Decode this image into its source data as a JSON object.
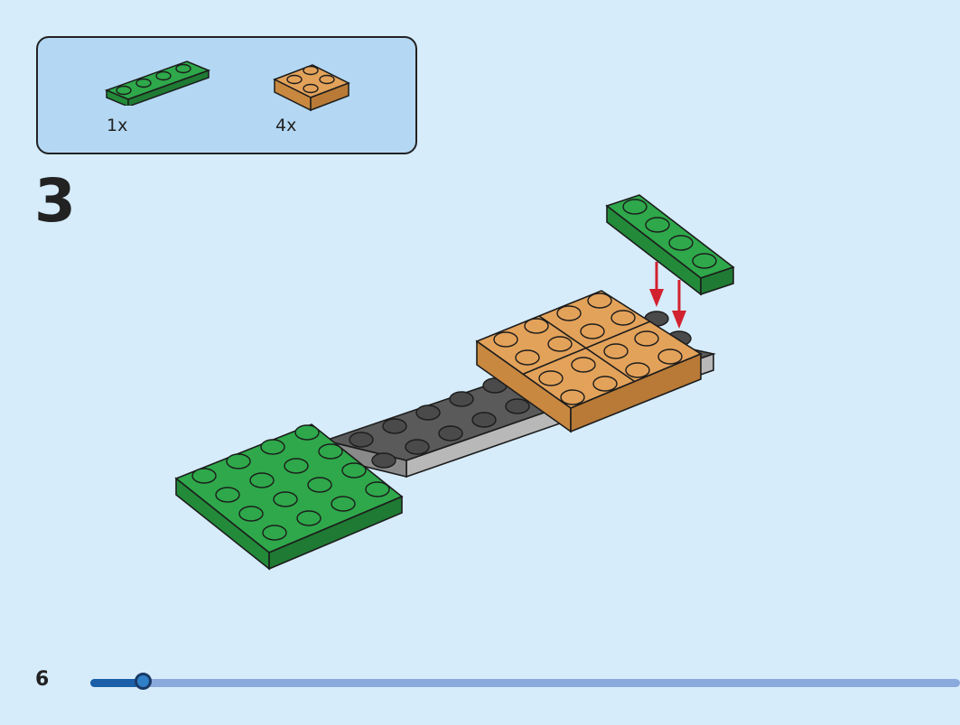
{
  "parts_list": {
    "items": [
      {
        "name": "green-1x4-plate",
        "qty": "1x",
        "color": "#2ea84a"
      },
      {
        "name": "tan-2x2-plate",
        "qty": "4x",
        "color": "#e3a25a"
      }
    ]
  },
  "step": {
    "number": "3"
  },
  "footer": {
    "page_number": "6",
    "progress": 0.06
  },
  "colors": {
    "background": "#d6ecfb",
    "parts_box": "#b4d8f3",
    "green": "#2ea84a",
    "tan": "#e3a25a",
    "dark_gray": "#555555",
    "light_gray": "#b8b8b8",
    "arrow": "#d3222f",
    "progress_track": "#8aaadd",
    "progress_fill": "#1a5fa8"
  }
}
